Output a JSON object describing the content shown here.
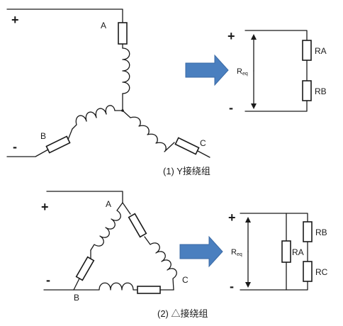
{
  "colors": {
    "wire": "#1a1a1a",
    "arrow": "#4a7fbf"
  },
  "wye": {
    "plus": "+",
    "minus": "-",
    "node_a": "A",
    "node_b": "B",
    "node_c": "C",
    "caption": "(1) Y接绕组"
  },
  "wye_equiv": {
    "plus": "+",
    "minus": "-",
    "req_main": "R",
    "req_sub": "eq",
    "r1": "RA",
    "r2": "RB"
  },
  "delta": {
    "plus": "+",
    "minus": "-",
    "node_a": "A",
    "node_b": "B",
    "node_c": "C",
    "caption": "(2) △接绕组"
  },
  "delta_equiv": {
    "plus": "+",
    "minus": "-",
    "req_main": "R",
    "req_sub": "eq",
    "r_shunt": "RA",
    "r_top": "RB",
    "r_bottom": "RC"
  }
}
